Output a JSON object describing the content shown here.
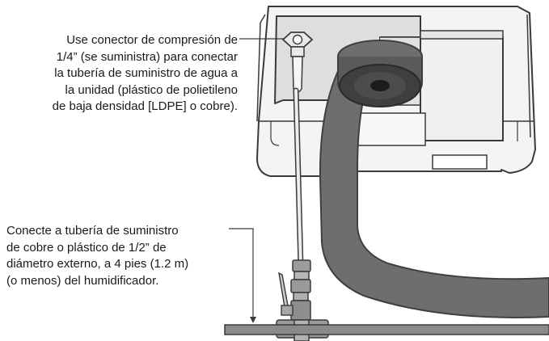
{
  "callouts": {
    "top": {
      "lines": [
        "Use conector de compresión de",
        "1/4” (se suministra) para conectar",
        "la tubería de suministro de agua a",
        "la unidad (plástico de polietileno",
        "de baja densidad [LDPE] o cobre)."
      ]
    },
    "bottom": {
      "lines": [
        "Conecte a tubería de suministro",
        "de cobre o plástico de 1/2” de",
        "diámetro externo, a 4 pies (1.2 m)",
        "(o menos) del humidificador."
      ]
    }
  },
  "colors": {
    "outline": "#3a3a3a",
    "housing_fill": "#f4f4f4",
    "panel_fill": "#dedede",
    "hose_fill": "#6e6e6e",
    "hose_dark": "#3f3f3f",
    "pipe_fill": "#8a8a8a",
    "tube_fill": "#ededed"
  }
}
